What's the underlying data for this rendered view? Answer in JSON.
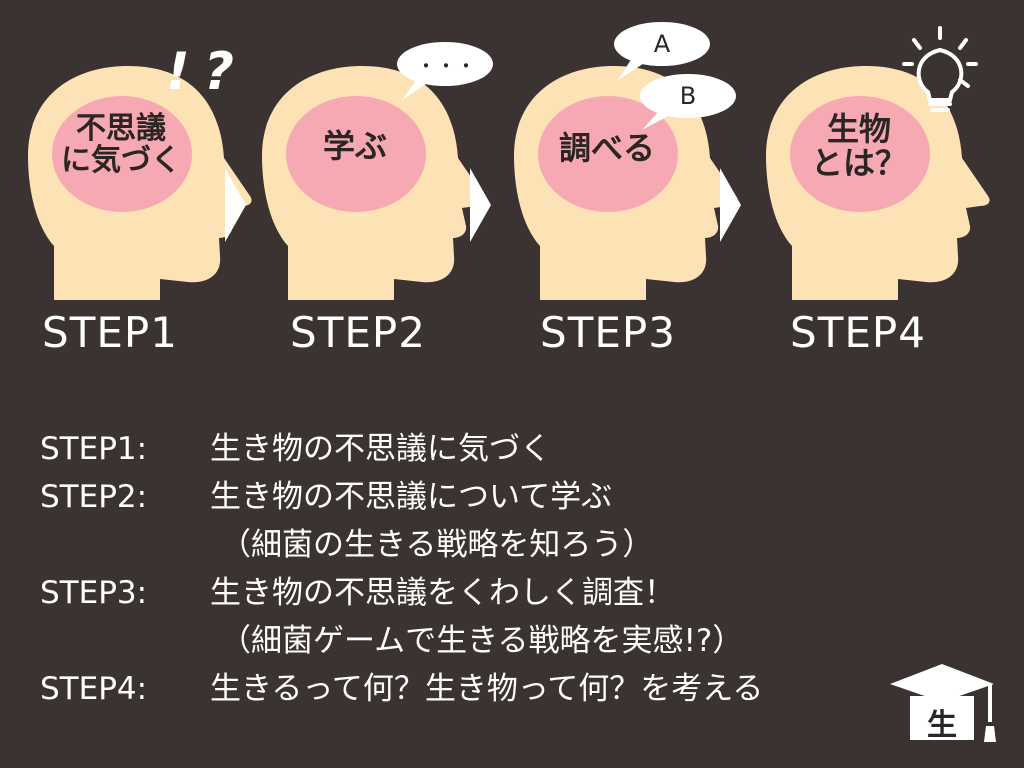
{
  "steps": [
    {
      "label": "STEP1",
      "head_lines": [
        "不思議",
        "に気づく"
      ]
    },
    {
      "label": "STEP2",
      "head_lines": [
        "学ぶ"
      ]
    },
    {
      "label": "STEP3",
      "head_lines": [
        "調べる"
      ]
    },
    {
      "label": "STEP4",
      "head_lines": [
        "生物",
        "とは？"
      ]
    }
  ],
  "decor": {
    "exclaim_question": "!?",
    "ellipsis": "・・・",
    "bubble_a": "A",
    "bubble_b": "B",
    "badge_char": "生"
  },
  "descriptions": [
    {
      "tag": "STEP1:",
      "text": "生き物の不思議に気づく"
    },
    {
      "tag": "STEP2:",
      "text": "生き物の不思議について学ぶ"
    },
    {
      "tag": "",
      "text": "（細菌の生きる戦略を知ろう）"
    },
    {
      "tag": "STEP3:",
      "text": "生き物の不思議をくわしく調査！"
    },
    {
      "tag": "",
      "text": "（細菌ゲームで生きる戦略を実感!?）"
    },
    {
      "tag": "STEP4:",
      "text": "生きるって何？生き物って何？を考える"
    }
  ],
  "colors": {
    "background": "#3a3331",
    "head": "#fde2b6",
    "brain": "#f7a9b3",
    "arrow": "#ffffff",
    "bubble": "#ffffff"
  }
}
